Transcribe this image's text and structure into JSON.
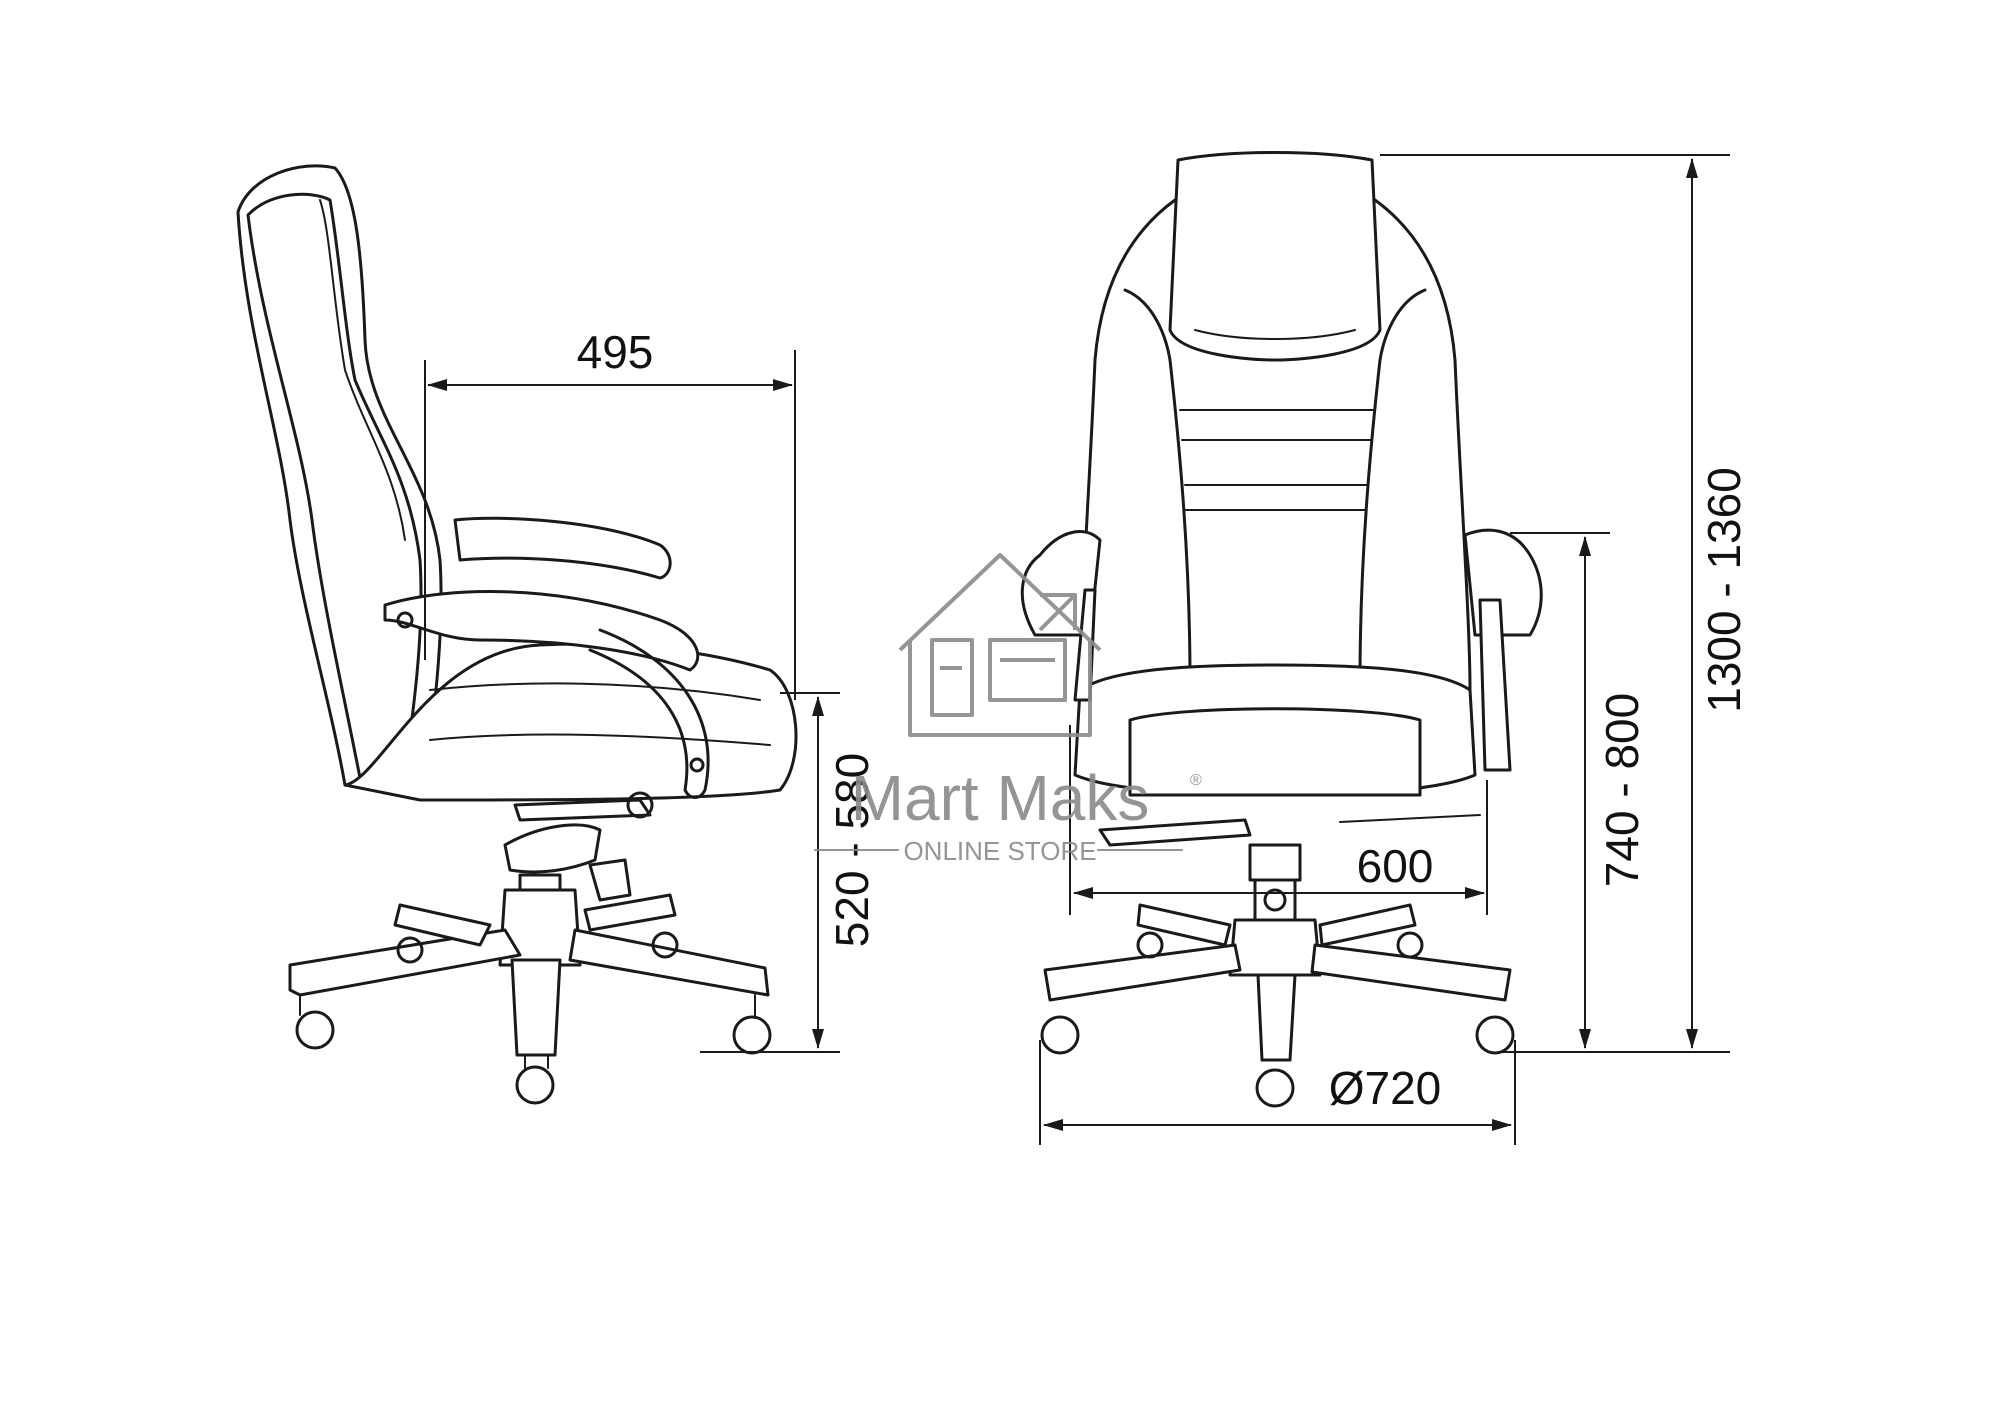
{
  "dimensions": {
    "seat_depth": "495",
    "seat_height": "520 - 580",
    "seat_width": "600",
    "base_diameter": "Ø720",
    "armrest_height": "740 - 800",
    "overall_height": "1300 - 1360"
  },
  "watermark": {
    "brand": "Mart Maks",
    "registered": "®",
    "tagline": "ONLINE STORE",
    "logo_icon": "house-with-appliances-icon"
  },
  "colors": {
    "line": "#1a1a1a",
    "watermark": "#8a8a8a",
    "background": "#ffffff"
  }
}
